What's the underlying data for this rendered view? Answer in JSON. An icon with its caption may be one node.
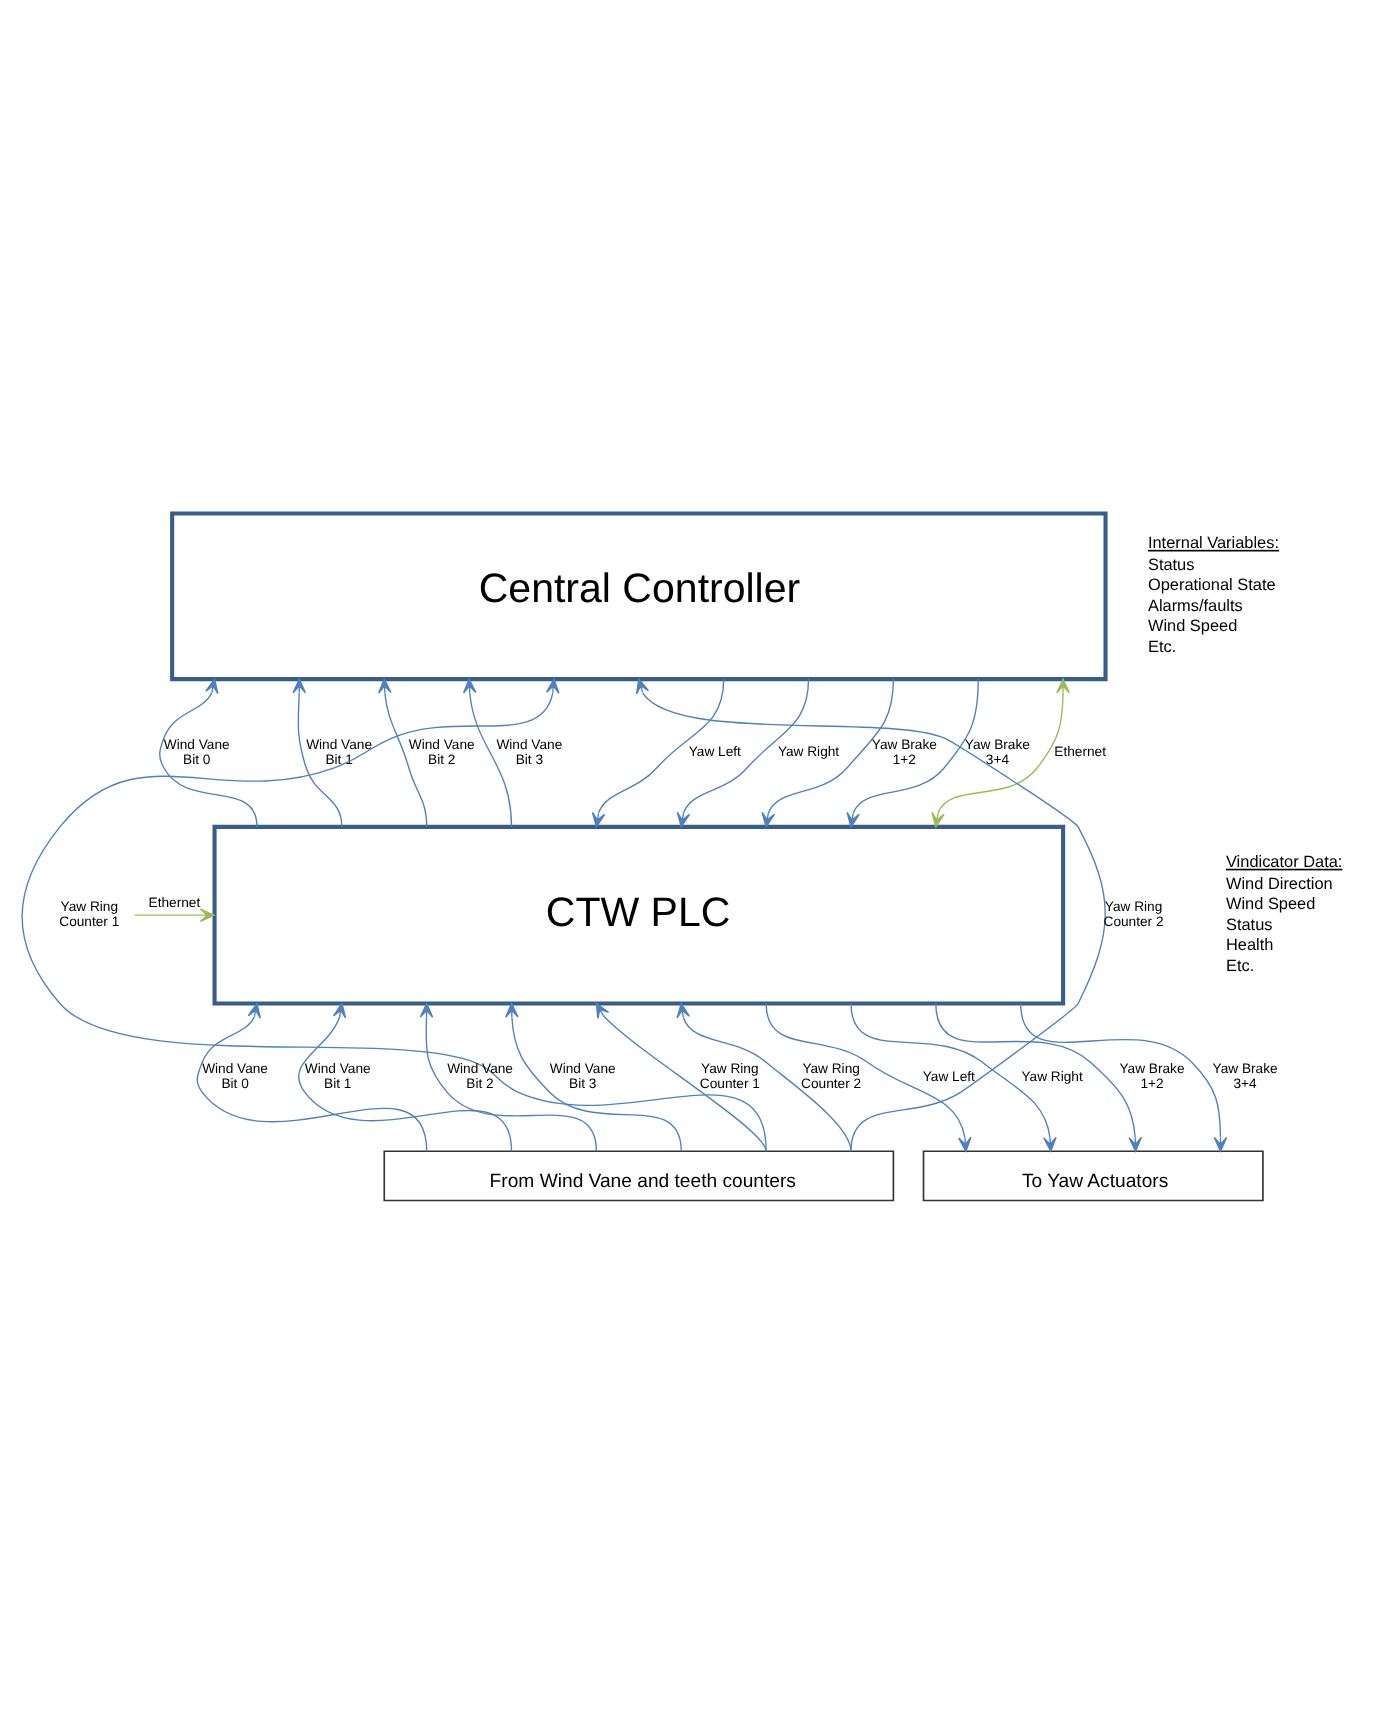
{
  "diagram": {
    "nodes": [
      {
        "text": [
          "Central Controller"
        ]
      },
      {
        "text": [
          "CTW PLC"
        ]
      },
      {
        "text": [
          "From Wind Vane and teeth counters"
        ]
      },
      {
        "text": [
          "To Yaw Actuators"
        ]
      }
    ],
    "edges": [
      {
        "from": 1,
        "to": 0,
        "arrow": "to",
        "label": "Wind Vane Bit 0"
      },
      {
        "from": 1,
        "to": 0,
        "arrow": "to",
        "label": "Wind Vane Bit 1"
      },
      {
        "from": 1,
        "to": 0,
        "arrow": "to",
        "label": "Wind Vane Bit 2"
      },
      {
        "from": 1,
        "to": 0,
        "arrow": "to",
        "label": "Wind Vane Bit 3"
      },
      {
        "from": 2,
        "to": 0,
        "arrow": "to",
        "label": "Yaw Ring Counter 1"
      },
      {
        "from": 2,
        "to": 0,
        "arrow": "to",
        "label": "Yaw Ring Counter 2"
      },
      {
        "from": 0,
        "to": 1,
        "arrow": "to",
        "label": "Yaw Left"
      },
      {
        "from": 0,
        "to": 1,
        "arrow": "to",
        "label": "Yaw Right"
      },
      {
        "from": 0,
        "to": 1,
        "arrow": "to",
        "label": "Yaw Brake 1+2"
      },
      {
        "from": 0,
        "to": 1,
        "arrow": "to",
        "label": "Yaw Brake 3+4"
      },
      {
        "from": 0,
        "to": 1,
        "arrow": "both",
        "label": "Ethernet",
        "color": "#9bbb59"
      },
      {
        "from": null,
        "to": 1,
        "arrow": "to",
        "label": "Ethernet",
        "color": "#9bbb59"
      },
      {
        "from": 2,
        "to": 1,
        "arrow": "to",
        "label": "Wind Vane Bit 0"
      },
      {
        "from": 2,
        "to": 1,
        "arrow": "to",
        "label": "Wind Vane Bit 1"
      },
      {
        "from": 2,
        "to": 1,
        "arrow": "to",
        "label": "Wind Vane Bit 2"
      },
      {
        "from": 2,
        "to": 1,
        "arrow": "to",
        "label": "Wind Vane Bit 3"
      },
      {
        "from": 2,
        "to": 1,
        "arrow": "to",
        "label": "Yaw Ring Counter 1"
      },
      {
        "from": 2,
        "to": 1,
        "arrow": "to",
        "label": "Yaw Ring Counter 2"
      },
      {
        "from": 1,
        "to": 3,
        "arrow": "to",
        "label": "Yaw Left"
      },
      {
        "from": 1,
        "to": 3,
        "arrow": "to",
        "label": "Yaw Right"
      },
      {
        "from": 1,
        "to": 3,
        "arrow": "to",
        "label": "Yaw Brake 1+2"
      },
      {
        "from": 1,
        "to": 3,
        "arrow": "to",
        "label": "Yaw Brake 3+4"
      }
    ],
    "labels": [
      "Internal Variables:",
      "Status",
      "Operational State",
      "Alarms/faults",
      "Wind Speed",
      "Etc.",
      "Vindicator Data:",
      "Wind Direction",
      "Wind Speed",
      "Status",
      "Health",
      "Etc."
    ]
  }
}
